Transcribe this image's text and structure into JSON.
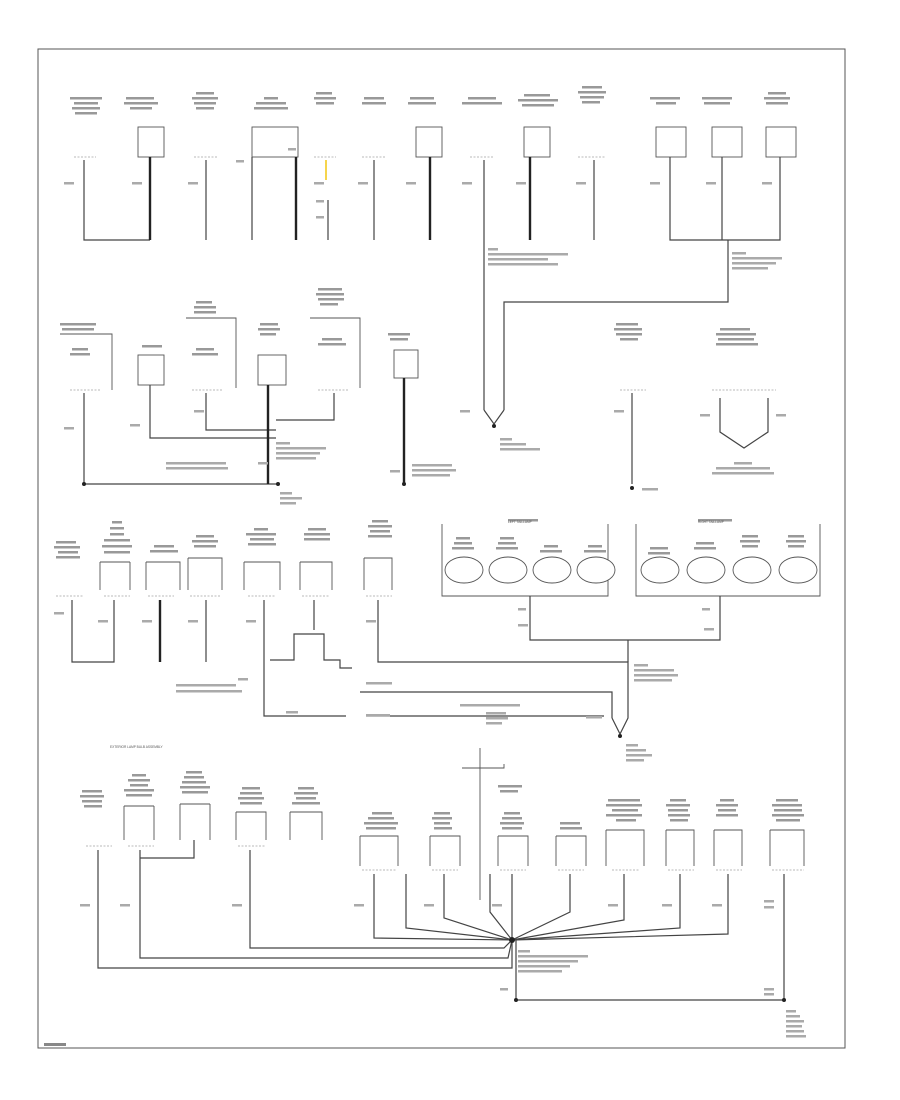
{
  "diagram": {
    "footer_code": "",
    "section_labels": {
      "left_taillamp": "LEFT TAILLAMP",
      "right_taillamp": "RIGHT TAILLAMP",
      "exterior_light_assembly": "EXTERIOR LAMP BULB ASSEMBLY"
    },
    "wire_label": "BLK",
    "row1_components": [
      "",
      "",
      "",
      "",
      "",
      "",
      "",
      "",
      "",
      "",
      "",
      "",
      "",
      ""
    ],
    "row2_components": [
      "",
      "",
      "",
      "",
      "",
      "",
      "",
      ""
    ],
    "row3_components": [
      "",
      "",
      "",
      "",
      "",
      "",
      "",
      ""
    ],
    "taillamp_bulbs": [
      "",
      "",
      "",
      "",
      "",
      "",
      "",
      ""
    ],
    "row4_components": [
      "",
      "",
      "",
      "",
      "",
      "",
      "",
      "",
      "",
      "",
      "",
      "",
      "",
      ""
    ],
    "ground_labels": [
      "",
      "",
      "",
      "",
      "",
      "",
      "",
      ""
    ]
  }
}
